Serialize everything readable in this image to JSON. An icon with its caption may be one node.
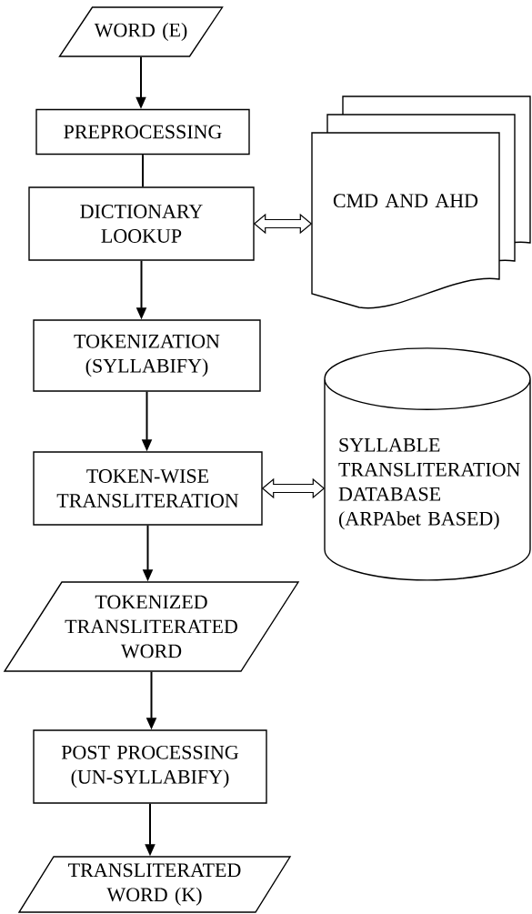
{
  "diagram": {
    "nodes": [
      {
        "text": [
          "WORD (E)"
        ]
      },
      {
        "text": [
          "PREPROCESSING"
        ]
      },
      {
        "text": [
          "DICTIONARY LOOKUP"
        ]
      },
      {
        "text": [
          "CMD AND AHD"
        ]
      },
      {
        "text": [
          "TOKENIZATION (SYLLABIFY)"
        ]
      },
      {
        "text": [
          "TOKEN-WISE TRANSLITERATION"
        ]
      },
      {
        "text": [
          "SYLLABLE TRANSLITERATION DATABASE (ARPAbet BASED)"
        ]
      },
      {
        "text": [
          "TOKENIZED TRANSLITERATED WORD"
        ]
      },
      {
        "text": [
          "POST PROCESSING (UN-SYLLABIFY)"
        ]
      },
      {
        "text": [
          "TRANSLITERATED WORD (K)"
        ]
      }
    ],
    "edges": [
      {
        "from": 0,
        "to": 1,
        "arrow": "to"
      },
      {
        "from": 1,
        "to": 2,
        "arrow": "none"
      },
      {
        "from": 2,
        "to": 3,
        "arrow": "both",
        "style": "thick"
      },
      {
        "from": 2,
        "to": 4,
        "arrow": "to"
      },
      {
        "from": 4,
        "to": 5,
        "arrow": "to"
      },
      {
        "from": 5,
        "to": 6,
        "arrow": "both",
        "style": "thick"
      },
      {
        "from": 5,
        "to": 7,
        "arrow": "to"
      },
      {
        "from": 7,
        "to": 8,
        "arrow": "to"
      },
      {
        "from": 8,
        "to": 9,
        "arrow": "to"
      }
    ]
  }
}
